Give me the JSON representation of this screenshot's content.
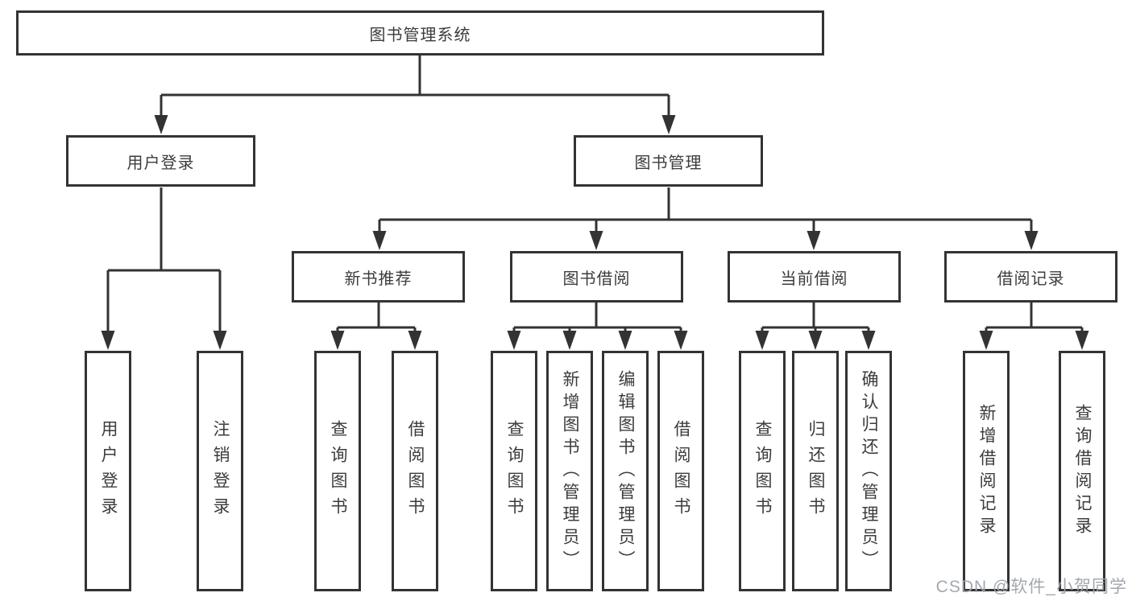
{
  "diagram": {
    "root": {
      "label": "图书管理系统"
    },
    "branches": [
      {
        "label": "用户登录",
        "children": [
          {
            "label": "用户登录"
          },
          {
            "label": "注销登录"
          }
        ]
      },
      {
        "label": "图书管理",
        "children": [
          {
            "label": "新书推荐",
            "children": [
              {
                "label": "查询图书"
              },
              {
                "label": "借阅图书"
              }
            ]
          },
          {
            "label": "图书借阅",
            "children": [
              {
                "label": "查询图书"
              },
              {
                "label": "新增图书（管理员）"
              },
              {
                "label": "编辑图书（管理员）"
              },
              {
                "label": "借阅图书"
              }
            ]
          },
          {
            "label": "当前借阅",
            "children": [
              {
                "label": "查询图书"
              },
              {
                "label": "归还图书"
              },
              {
                "label": "确认归还（管理员）"
              }
            ]
          },
          {
            "label": "借阅记录",
            "children": [
              {
                "label": "新增借阅记录"
              },
              {
                "label": "查询借阅记录"
              }
            ]
          }
        ]
      }
    ]
  },
  "watermark": {
    "text": "CSDN @软件_小贺同学"
  },
  "colors": {
    "line": "#333333",
    "text": "#3c3c3c",
    "background": "#ffffff"
  }
}
